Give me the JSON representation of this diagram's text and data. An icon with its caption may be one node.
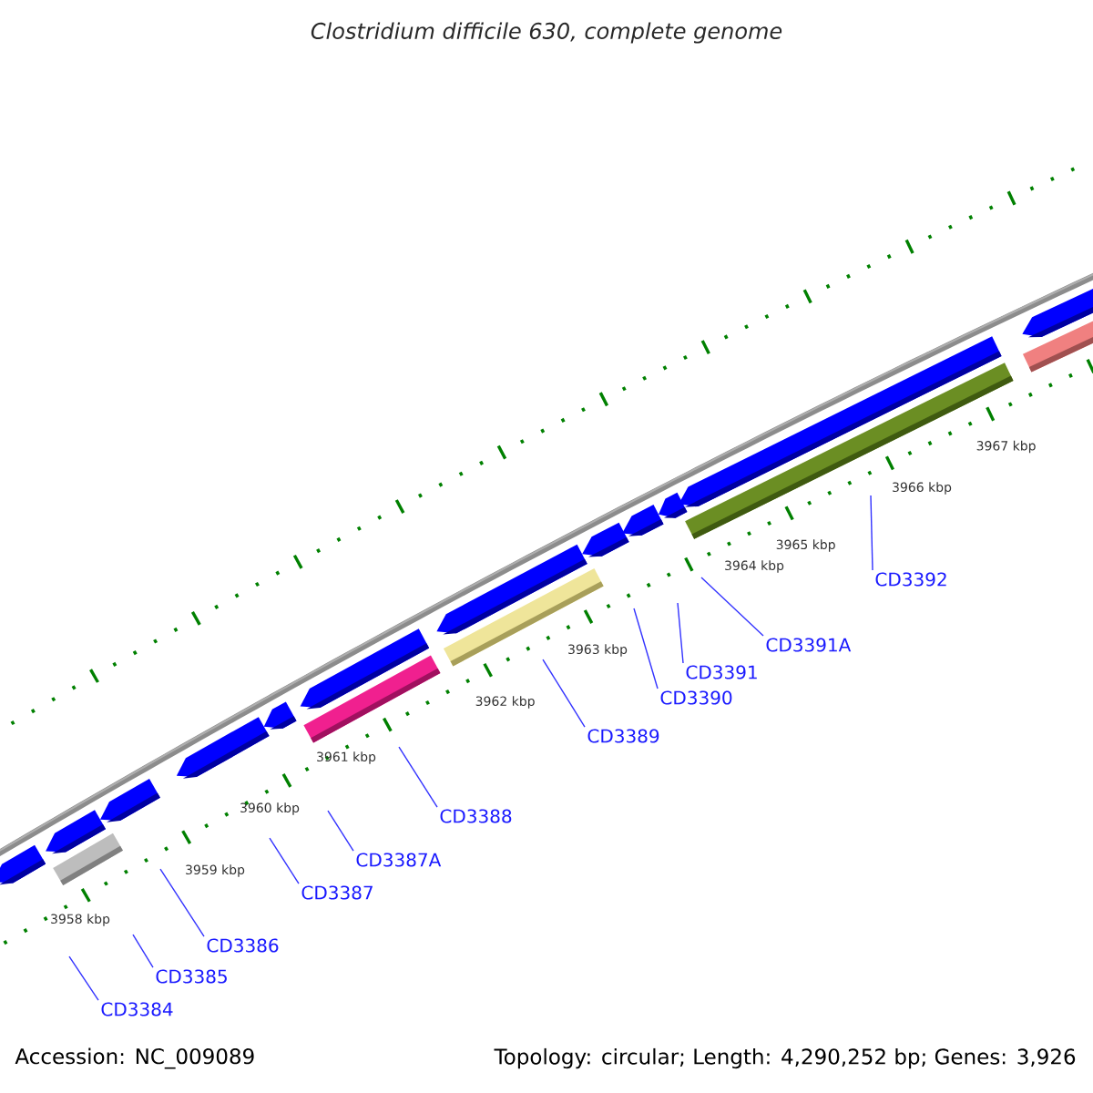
{
  "diagram": {
    "title": "Clostridium difficile 630, complete genome",
    "nodes": [
      {
        "text": [
          "CD3384"
        ]
      },
      {
        "text": [
          "CD3385"
        ]
      },
      {
        "text": [
          "CD3386"
        ]
      },
      {
        "text": [
          "CD3387"
        ]
      },
      {
        "text": [
          "CD3387A"
        ]
      },
      {
        "text": [
          "CD3388"
        ]
      },
      {
        "text": [
          "CD3389"
        ]
      },
      {
        "text": [
          "CD3390"
        ]
      },
      {
        "text": [
          "CD3391"
        ]
      },
      {
        "text": [
          "CD3391A"
        ]
      },
      {
        "text": [
          "CD3392"
        ]
      }
    ],
    "edges": [
      {
        "from": 0,
        "to": null,
        "arrow": "none"
      },
      {
        "from": 1,
        "to": null,
        "arrow": "none"
      },
      {
        "from": 2,
        "to": null,
        "arrow": "none"
      },
      {
        "from": 3,
        "to": null,
        "arrow": "none"
      },
      {
        "from": 4,
        "to": null,
        "arrow": "none"
      },
      {
        "from": 5,
        "to": null,
        "arrow": "none"
      },
      {
        "from": 6,
        "to": null,
        "arrow": "none"
      },
      {
        "from": 7,
        "to": null,
        "arrow": "none"
      },
      {
        "from": 8,
        "to": null,
        "arrow": "none"
      },
      {
        "from": 9,
        "to": null,
        "arrow": "none"
      },
      {
        "from": 10,
        "to": null,
        "arrow": "none"
      }
    ],
    "labels": [
      "3958 kbp",
      "3959 kbp",
      "3960 kbp",
      "3961 kbp",
      "3962 kbp",
      "3963 kbp",
      "3964 kbp",
      "3965 kbp",
      "3966 kbp",
      "3967 kbp",
      "Accession: NC_009089",
      "Topology: circular; Length: 4,290,252 bp; Genes: 3,926"
    ]
  }
}
